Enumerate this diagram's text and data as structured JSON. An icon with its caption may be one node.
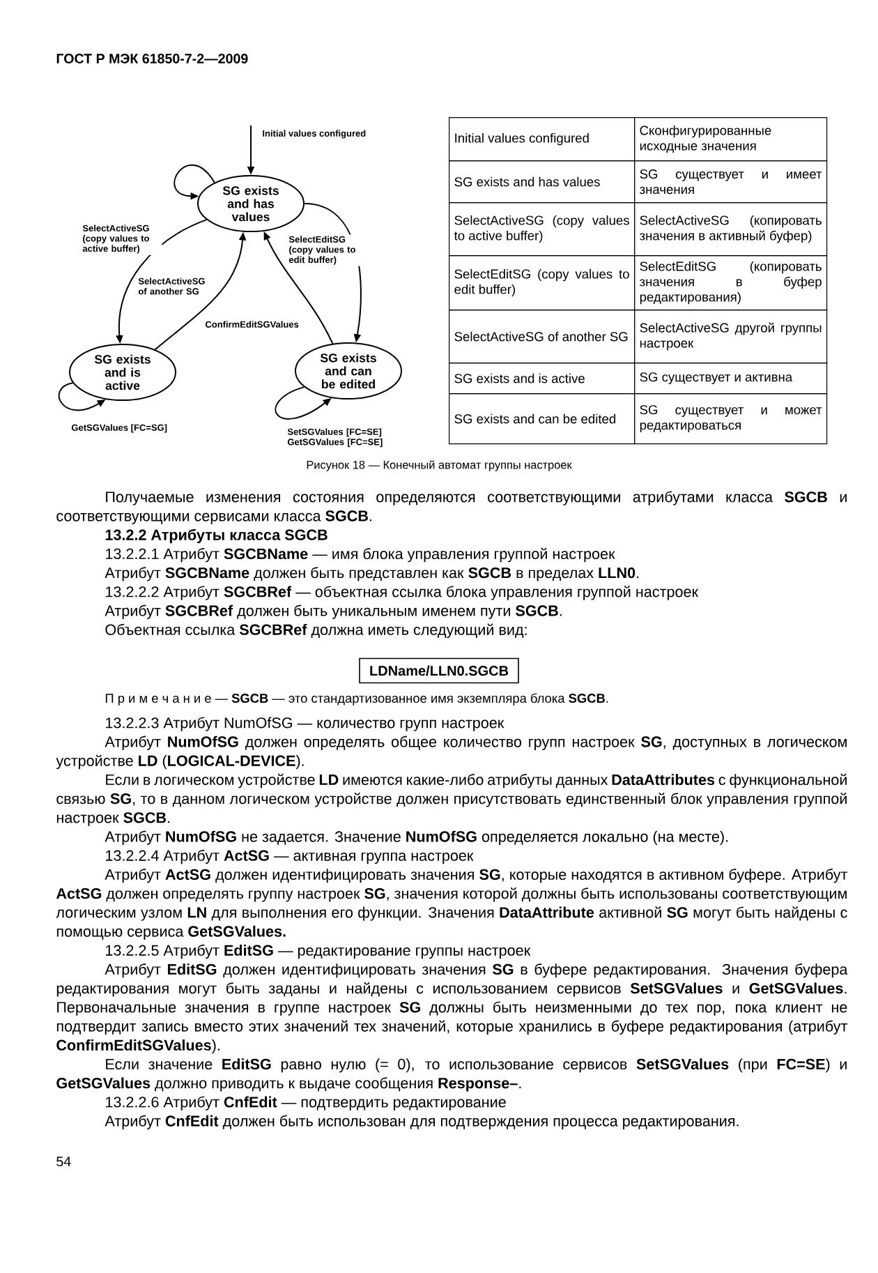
{
  "diagram": {
    "caption": "Рисунок 18 — Конечный автомат группы настроек",
    "nodes": [
      {
        "text": [
          "SG exists and has values"
        ]
      },
      {
        "text": [
          "SG exists and is active"
        ]
      },
      {
        "text": [
          "SG exists and can be edited"
        ]
      },
      {
        "text": [
          "LDName/LLN0.SGCB"
        ]
      }
    ],
    "edges": [
      {
        "from": null,
        "to": 0,
        "arrow": "to",
        "label": "Initial values configured"
      },
      {
        "from": 0,
        "to": 0,
        "arrow": "to"
      },
      {
        "from": 0,
        "to": 1,
        "arrow": "to",
        "label": "SelectActiveSG (copy values to active buffer)"
      },
      {
        "from": 1,
        "to": 0,
        "arrow": "to",
        "label": "SelectActiveSG of another SG"
      },
      {
        "from": 0,
        "to": 2,
        "arrow": "to",
        "label": "SelectEditSG (copy values to edit buffer)"
      },
      {
        "from": 2,
        "to": 0,
        "arrow": "to",
        "label": "ConfirmEditSGValues"
      },
      {
        "from": 1,
        "to": 1,
        "arrow": "to",
        "label": "GetSGValues [FC=SG]"
      },
      {
        "from": 2,
        "to": 2,
        "arrow": "to",
        "label": "SetSGValues [FC=SE] GetSGValues [FC=SE]"
      }
    ],
    "labels": [
      "ГОСТ Р МЭК 61850-7-2—2009",
      "Initial values configured",
      "Сконфигурированные исходные значения",
      "SG exists and has values",
      "SG существует и имеет значения",
      "SelectActiveSG (copy values to active buffer)",
      "SelectActiveSG (копировать значения в активный буфер)",
      "SelectEditSG (copy values to edit buffer)",
      "SelectEditSG (копировать значения в буфер редактирования)",
      "SelectActiveSG of another SG",
      "SelectActiveSG другой группы настроек",
      "SG exists and is active",
      "SG существует и активна",
      "SG exists and can be edited",
      "SG существует и может редактироваться",
      "Получаемые изменения состояния определяются соответствующими атрибутами класса **SGCB** и соответствующими сервисами класса **SGCB**.",
      "13.2.2 Атрибуты класса SGCB",
      "13.2.2.1 Атрибут **SGCBName** — имя блока управления группой настроек",
      "Атрибут **SGCBName** должен быть представлен как **SGCB** в пределах **LLN0**.",
      "13.2.2.2 Атрибут **SGCBRef** — объектная ссылка блока управления группой настроек",
      "Атрибут **SGCBRef** должен быть уникальным именем пути **SGCB**.",
      "Объектная ссылка **SGCBRef** должна иметь следующий вид:",
      "П р и м е ч а н и е — **SGCB** — это стандартизованное имя экземпляра блока **SGCB**.",
      "13.2.2.3 Атрибут NumOfSG — количество групп настроек",
      "Атрибут **NumOfSG** должен определять общее количество групп настроек **SG**, доступных в логическом устройстве **LD** (**LOGICAL-DEVICE**).",
      "Если в логическом устройстве **LD** имеются какие-либо атрибуты данных **DataAttributes** с функциональной связью **SG**, то в данном логическом устройстве должен присутствовать единственный блок управления группой настроек **SGCB**.",
      "Атрибут **NumOfSG** не задается. Значение **NumOfSG** определяется локально (на месте).",
      "13.2.2.4 Атрибут **ActSG** — активная группа настроек",
      "Атрибут **ActSG** должен идентифицировать значения **SG**, которые находятся в активном буфере. Атрибут **ActSG** должен определять группу настроек **SG**, значения которой должны быть использованы соответствующим логическим узлом **LN** для выполнения его функции. Значения **DataAttribute** активной **SG** могут быть найдены с помощью сервиса **GetSGValues.**",
      "13.2.2.5 Атрибут **EditSG** — редактирование группы настроек",
      "Атрибут **EditSG** должен идентифицировать значения **SG** в буфере редактирования. Значения буфера редактирования могут быть заданы и найдены с использованием сервисов **SetSGValues** и **GetSGValues**. Первоначальные значения в группе настроек **SG** должны быть неизменными до тех пор, пока клиент не подтвердит запись вместо этих значений тех значений, которые хранились в буфере редактирования (атрибут **ConfirmEditSGValues**).",
      "Если значение **EditSG** равно нулю (= 0), то использование сервисов **SetSGValues** (при **FC=SE**) и **GetSGValues** должно приводить к выдаче сообщения **Response–**.",
      "13.2.2.6 Атрибут **CnfEdit** — подтвердить редактирование",
      "Атрибут **CnfEdit** должен быть использован для подтверждения процесса редактирования.",
      "54"
    ]
  }
}
